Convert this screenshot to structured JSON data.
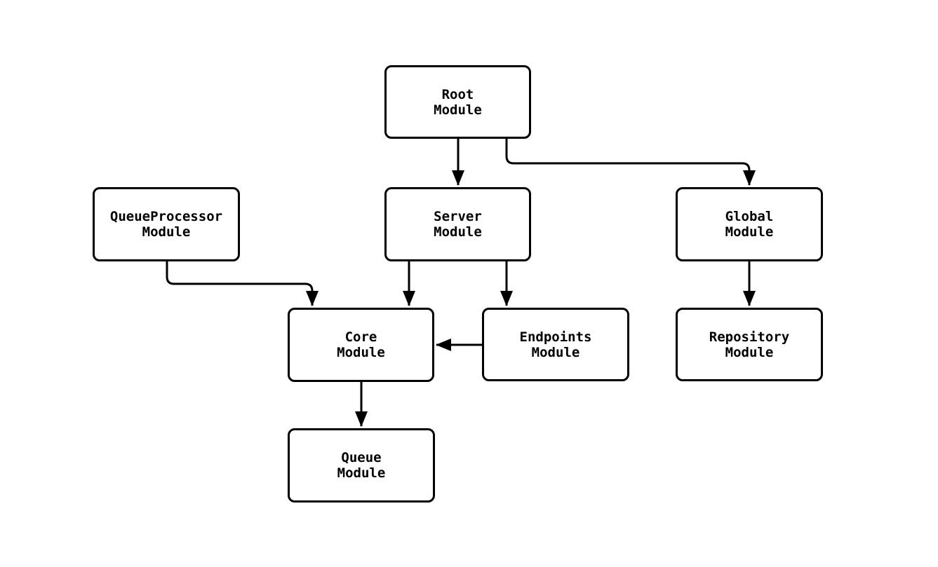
{
  "diagram": {
    "type": "flowchart",
    "orientation": "top-down",
    "background_color": "#ffffff",
    "node_fill_color": "#ffffff",
    "node_border_color": "#000000",
    "edge_color": "#000000",
    "text_color": "#000000",
    "nodes": {
      "root": {
        "lines": [
          "Root",
          "Module"
        ]
      },
      "queueprocessor": {
        "lines": [
          "QueueProcessor",
          "Module"
        ]
      },
      "server": {
        "lines": [
          "Server",
          "Module"
        ]
      },
      "global": {
        "lines": [
          "Global",
          "Module"
        ]
      },
      "core": {
        "lines": [
          "Core",
          "Module"
        ]
      },
      "endpoints": {
        "lines": [
          "Endpoints",
          "Module"
        ]
      },
      "repository": {
        "lines": [
          "Repository",
          "Module"
        ]
      },
      "queue": {
        "lines": [
          "Queue",
          "Module"
        ]
      }
    },
    "edges": [
      {
        "from": "Root Module",
        "to": "Server Module"
      },
      {
        "from": "Root Module",
        "to": "Global Module"
      },
      {
        "from": "QueueProcessor Module",
        "to": "Core Module"
      },
      {
        "from": "Server Module",
        "to": "Core Module"
      },
      {
        "from": "Server Module",
        "to": "Endpoints Module"
      },
      {
        "from": "Endpoints Module",
        "to": "Core Module"
      },
      {
        "from": "Global Module",
        "to": "Repository Module"
      },
      {
        "from": "Core Module",
        "to": "Queue Module"
      }
    ]
  }
}
